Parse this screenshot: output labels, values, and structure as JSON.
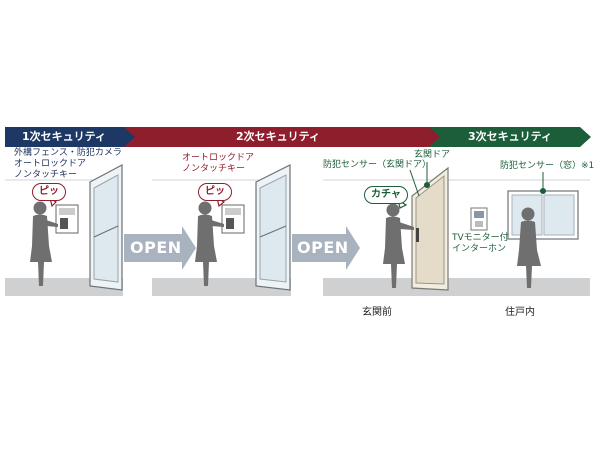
{
  "stages": [
    {
      "title": "1次セキュリティ",
      "color": "#1e3866"
    },
    {
      "title": "2次セキュリティ",
      "color": "#8e1e2c"
    },
    {
      "title": "3次セキュリティ",
      "color": "#1d5e3a"
    }
  ],
  "panel1": {
    "features": [
      "外構フェンス・防犯カメラ",
      "オートロックドア",
      "ノンタッチキー"
    ],
    "bubble": "ピッ"
  },
  "panel2": {
    "features": [
      "オートロックドア",
      "ノンタッチキー"
    ],
    "bubble": "ピッ"
  },
  "panel3": {
    "sensor_door": "防犯センサー（玄関ドア）",
    "front_door": "玄関ドア",
    "sensor_window": "防犯センサー（窓）※1",
    "intercom": [
      "TVモニター付",
      "インターホン"
    ],
    "bubble": "カチャ",
    "caption_left": "玄関前",
    "caption_right": "住戸内"
  },
  "arrows": [
    "OPEN",
    "OPEN"
  ],
  "colors": {
    "ground": "#cfd0d2",
    "arrow": "#a9b2bf",
    "door": "#e4dcc8",
    "glass": "#dde8ef"
  }
}
